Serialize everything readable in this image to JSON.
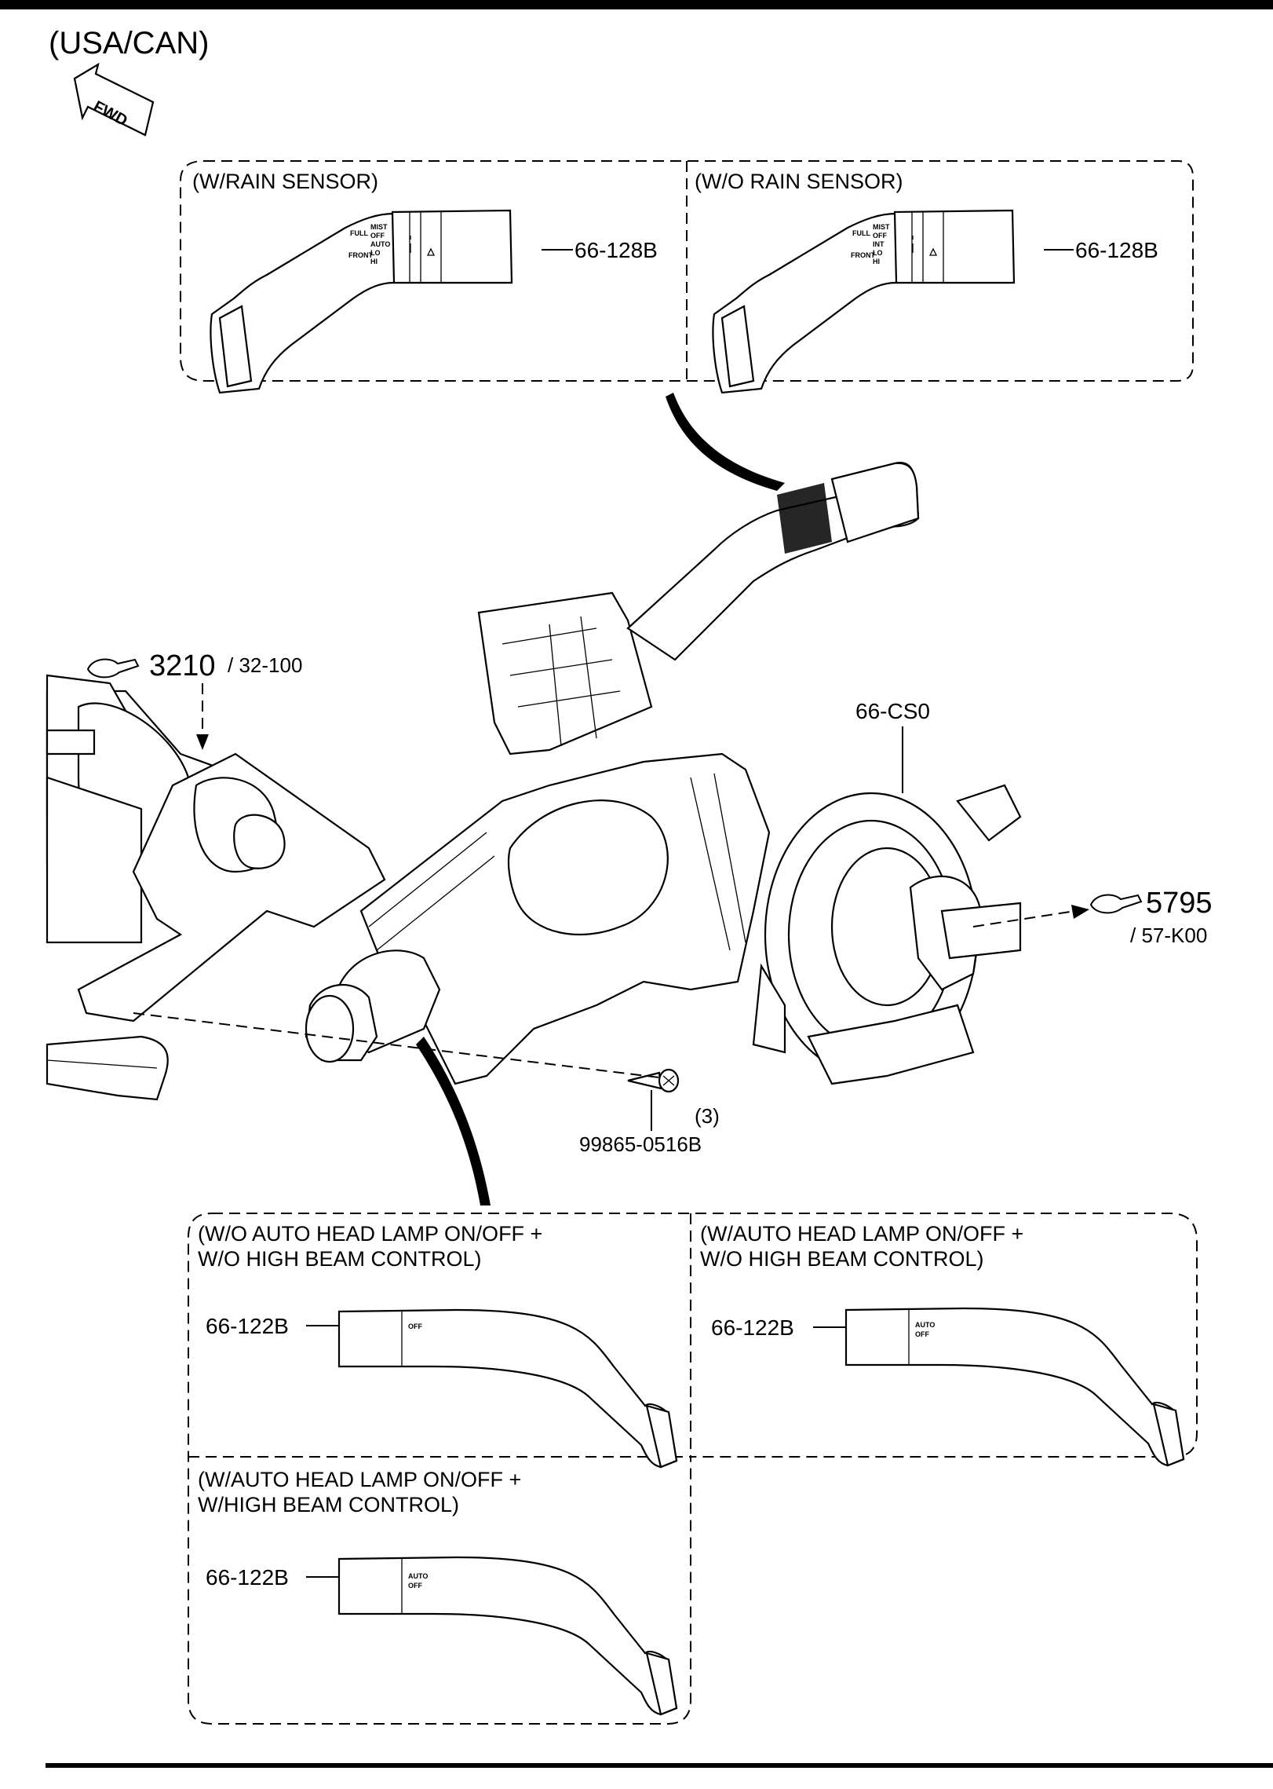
{
  "header": {
    "region": "(USA/CAN)",
    "fwd": "FWD"
  },
  "top_groups": [
    {
      "title": "(W/RAIN SENSOR)",
      "part": "66-128B",
      "switch_labels": [
        "MIST",
        "OFF",
        "AUTO",
        "LO",
        "HI"
      ],
      "side_labels": [
        "FULL",
        "FRONT"
      ]
    },
    {
      "title": "(W/O RAIN SENSOR)",
      "part": "66-128B",
      "switch_labels": [
        "MIST",
        "OFF",
        "INT",
        "LO",
        "HI"
      ],
      "side_labels": [
        "FULL",
        "FRONT"
      ]
    }
  ],
  "main": {
    "ref_3210": {
      "code": "3210",
      "sub": "/ 32-100"
    },
    "ref_5795": {
      "code": "5795",
      "sub": "/ 57-K00"
    },
    "clock_spring": "66-CS0",
    "screw": {
      "qty": "(3)",
      "part": "99865-0516B"
    }
  },
  "bottom_groups": [
    {
      "title_l1": "(W/O AUTO HEAD LAMP ON/OFF +",
      "title_l2": " W/O HIGH BEAM CONTROL)",
      "part": "66-122B",
      "labels": [
        "OFF"
      ]
    },
    {
      "title_l1": "(W/AUTO HEAD LAMP ON/OFF +",
      "title_l2": " W/O HIGH BEAM CONTROL)",
      "part": "66-122B",
      "labels": [
        "AUTO",
        "OFF"
      ]
    },
    {
      "title_l1": "(W/AUTO HEAD LAMP ON/OFF +",
      "title_l2": " W/HIGH BEAM CONTROL)",
      "part": "66-122B",
      "labels": [
        "AUTO",
        "OFF"
      ]
    }
  ]
}
